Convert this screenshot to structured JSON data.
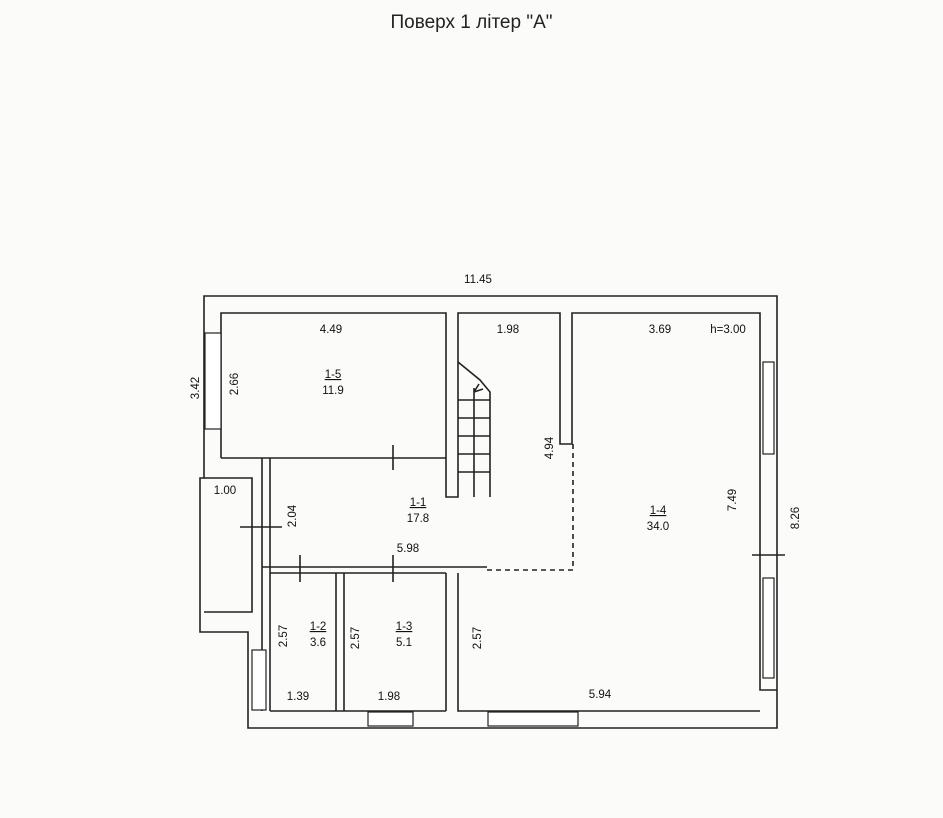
{
  "title": "Поверх 1 літер \"А\"",
  "ceiling_height": "h=3.00",
  "dimensions": {
    "overall_width": "11.45",
    "overall_depth": "8.26",
    "left_depth": "3.42",
    "annex_width": "1.00",
    "room_1_5_width": "4.49",
    "room_1_5_depth": "2.66",
    "stair_width": "1.98",
    "room_1_4_top_width": "3.69",
    "room_1_4_partition": "4.94",
    "room_1_4_depth": "7.49",
    "hall_depth": "2.04",
    "hall_width": "5.98",
    "room_1_2_depth": "2.57",
    "room_1_2_width": "1.39",
    "room_1_3_depth": "2.57",
    "room_1_3_width": "1.98",
    "room_1_4_lower_depth": "2.57",
    "room_1_4_bottom_width": "5.94"
  },
  "rooms": [
    {
      "id": "1-1",
      "area": "17.8"
    },
    {
      "id": "1-2",
      "area": "3.6"
    },
    {
      "id": "1-3",
      "area": "5.1"
    },
    {
      "id": "1-4",
      "area": "34.0"
    },
    {
      "id": "1-5",
      "area": "11.9"
    }
  ]
}
